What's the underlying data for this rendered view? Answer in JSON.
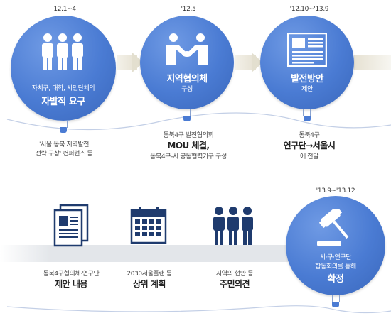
{
  "row1": {
    "dates": [
      "'12.1~4",
      "'12.5",
      "'12.10~'13.9"
    ],
    "balloons": [
      {
        "small": "자치구, 대학, 시민단체의",
        "big": "자발적 요구",
        "icon": "people-icon"
      },
      {
        "big": "지역협의체",
        "small": "구성",
        "icon": "handshake-icon"
      },
      {
        "big": "발전방안",
        "small": "제안",
        "icon": "newspaper-icon"
      }
    ],
    "below": [
      {
        "lines": [
          "'서울 동북 지역발전",
          "전략 구상' 컨퍼런스 등"
        ]
      },
      {
        "top": "동북4구 발전협의회",
        "big": "MOU 체결,",
        "bottom": "동북4구-시 공동협력기구 구성"
      },
      {
        "top": "동북4구",
        "big": "연구단→서울시",
        "bottom": "에 전달"
      }
    ]
  },
  "row2": {
    "date": "'13.9~'13.12",
    "items": [
      {
        "small": "동북4구협의체·연구단",
        "big": "제안 내용",
        "icon": "documents-icon"
      },
      {
        "small": "2030서울플랜 등",
        "big": "상위 계획",
        "icon": "calendar-icon"
      },
      {
        "small": "지역의 현안 등",
        "big": "주민의견",
        "icon": "residents-icon"
      }
    ],
    "final": {
      "small1": "시·구·연구단",
      "small2": "합동회의를 통해",
      "big": "확정",
      "icon": "gavel-icon"
    }
  },
  "colors": {
    "balloon": "#4a7bd3",
    "icon_dark": "#1f3b6e",
    "band": "#e3e6ea"
  }
}
